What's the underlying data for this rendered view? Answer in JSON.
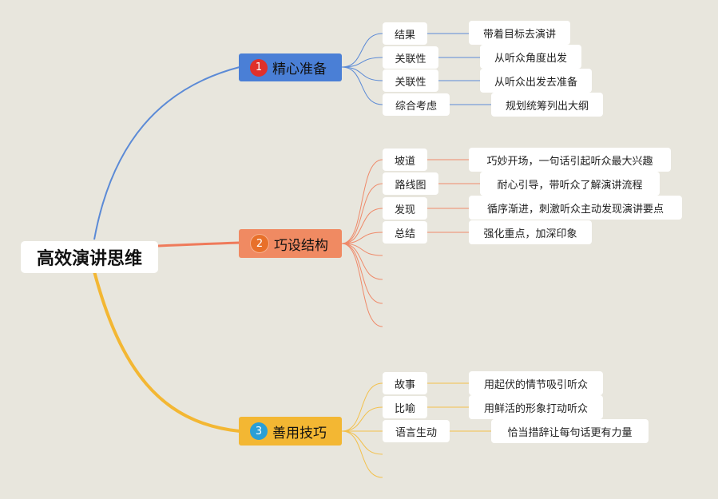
{
  "root": {
    "label": "高效演讲思维"
  },
  "branches": [
    {
      "number": "1",
      "label": "精心准备",
      "color": "#4a7fd6",
      "badge_color": "#e0302a",
      "line_color": "#5b8ad6",
      "items": [
        {
          "label": "结果",
          "desc": "带着目标去演讲"
        },
        {
          "label": "关联性",
          "desc": "从听众角度出发"
        },
        {
          "label": "关联性",
          "desc": "从听众出发去准备"
        },
        {
          "label": "综合考虑",
          "desc": "规划统筹列出大纲"
        }
      ]
    },
    {
      "number": "2",
      "label": "巧设结构",
      "color": "#f08a62",
      "badge_color": "#e8702a",
      "line_color": "#ef8a6a",
      "items": [
        {
          "label": "坡道",
          "desc": "巧妙开场，一句话引起听众最大兴趣"
        },
        {
          "label": "路线图",
          "desc": "耐心引导，带听众了解演讲流程"
        },
        {
          "label": "发现",
          "desc": "循序渐进，刺激听众主动发现演讲要点"
        },
        {
          "label": "总结",
          "desc": "强化重点，加深印象"
        }
      ]
    },
    {
      "number": "3",
      "label": "善用技巧",
      "color": "#f3b733",
      "badge_color": "#2a9fd6",
      "line_color": "#f3c04a",
      "items": [
        {
          "label": "故事",
          "desc": "用起伏的情节吸引听众"
        },
        {
          "label": "比喻",
          "desc": "用鲜活的形象打动听众"
        },
        {
          "label": "语言生动",
          "desc": "恰当措辞让每句话更有力量"
        }
      ]
    }
  ]
}
